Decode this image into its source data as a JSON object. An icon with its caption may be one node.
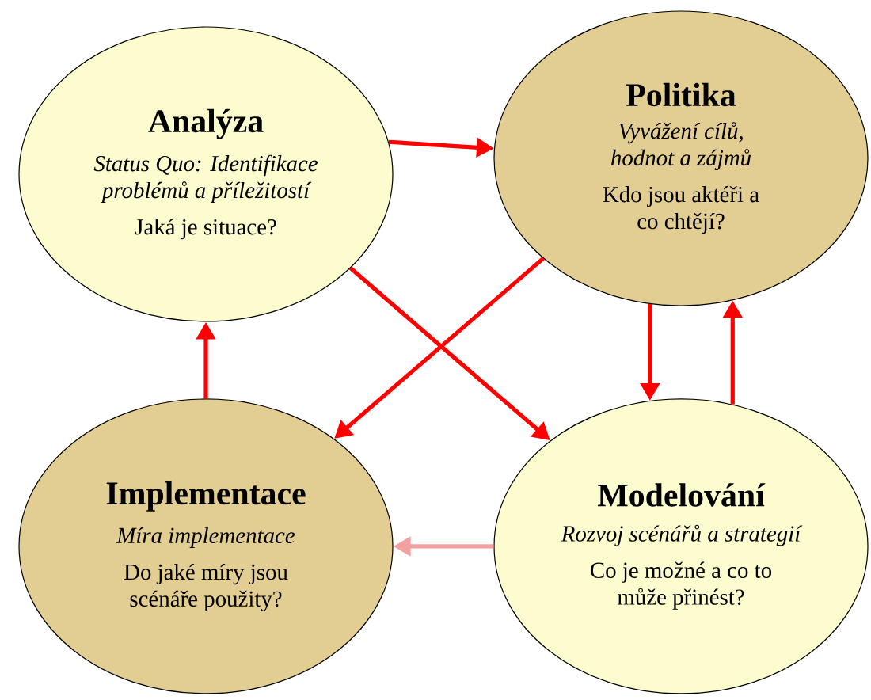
{
  "diagram": {
    "nodes": [
      {
        "text": [
          "Analýza",
          "Status Quo: Identifikace problémů a příležitostí",
          "Jaká je situace?"
        ]
      },
      {
        "text": [
          "Politika",
          "Vyvážení cílů, hodnot a zájmů",
          "Kdo jsou aktéři a co chtějí?"
        ]
      },
      {
        "text": [
          "Implementace",
          "Míra implementace",
          "Do jaké míry jsou scénáře použity?"
        ]
      },
      {
        "text": [
          "Modelování",
          "Rozvoj scénářů a strategií",
          "Co je možné a co to může přinést?"
        ]
      }
    ],
    "edges": [
      {
        "from": 0,
        "to": 1,
        "arrow": "to"
      },
      {
        "from": 0,
        "to": 3,
        "arrow": "to"
      },
      {
        "from": 1,
        "to": 2,
        "arrow": "to"
      },
      {
        "from": 1,
        "to": 3,
        "arrow": "to"
      },
      {
        "from": 3,
        "to": 1,
        "arrow": "to"
      },
      {
        "from": 2,
        "to": 0,
        "arrow": "to"
      },
      {
        "from": 3,
        "to": 2,
        "arrow": "to",
        "color": "#f4a0a0"
      }
    ]
  }
}
